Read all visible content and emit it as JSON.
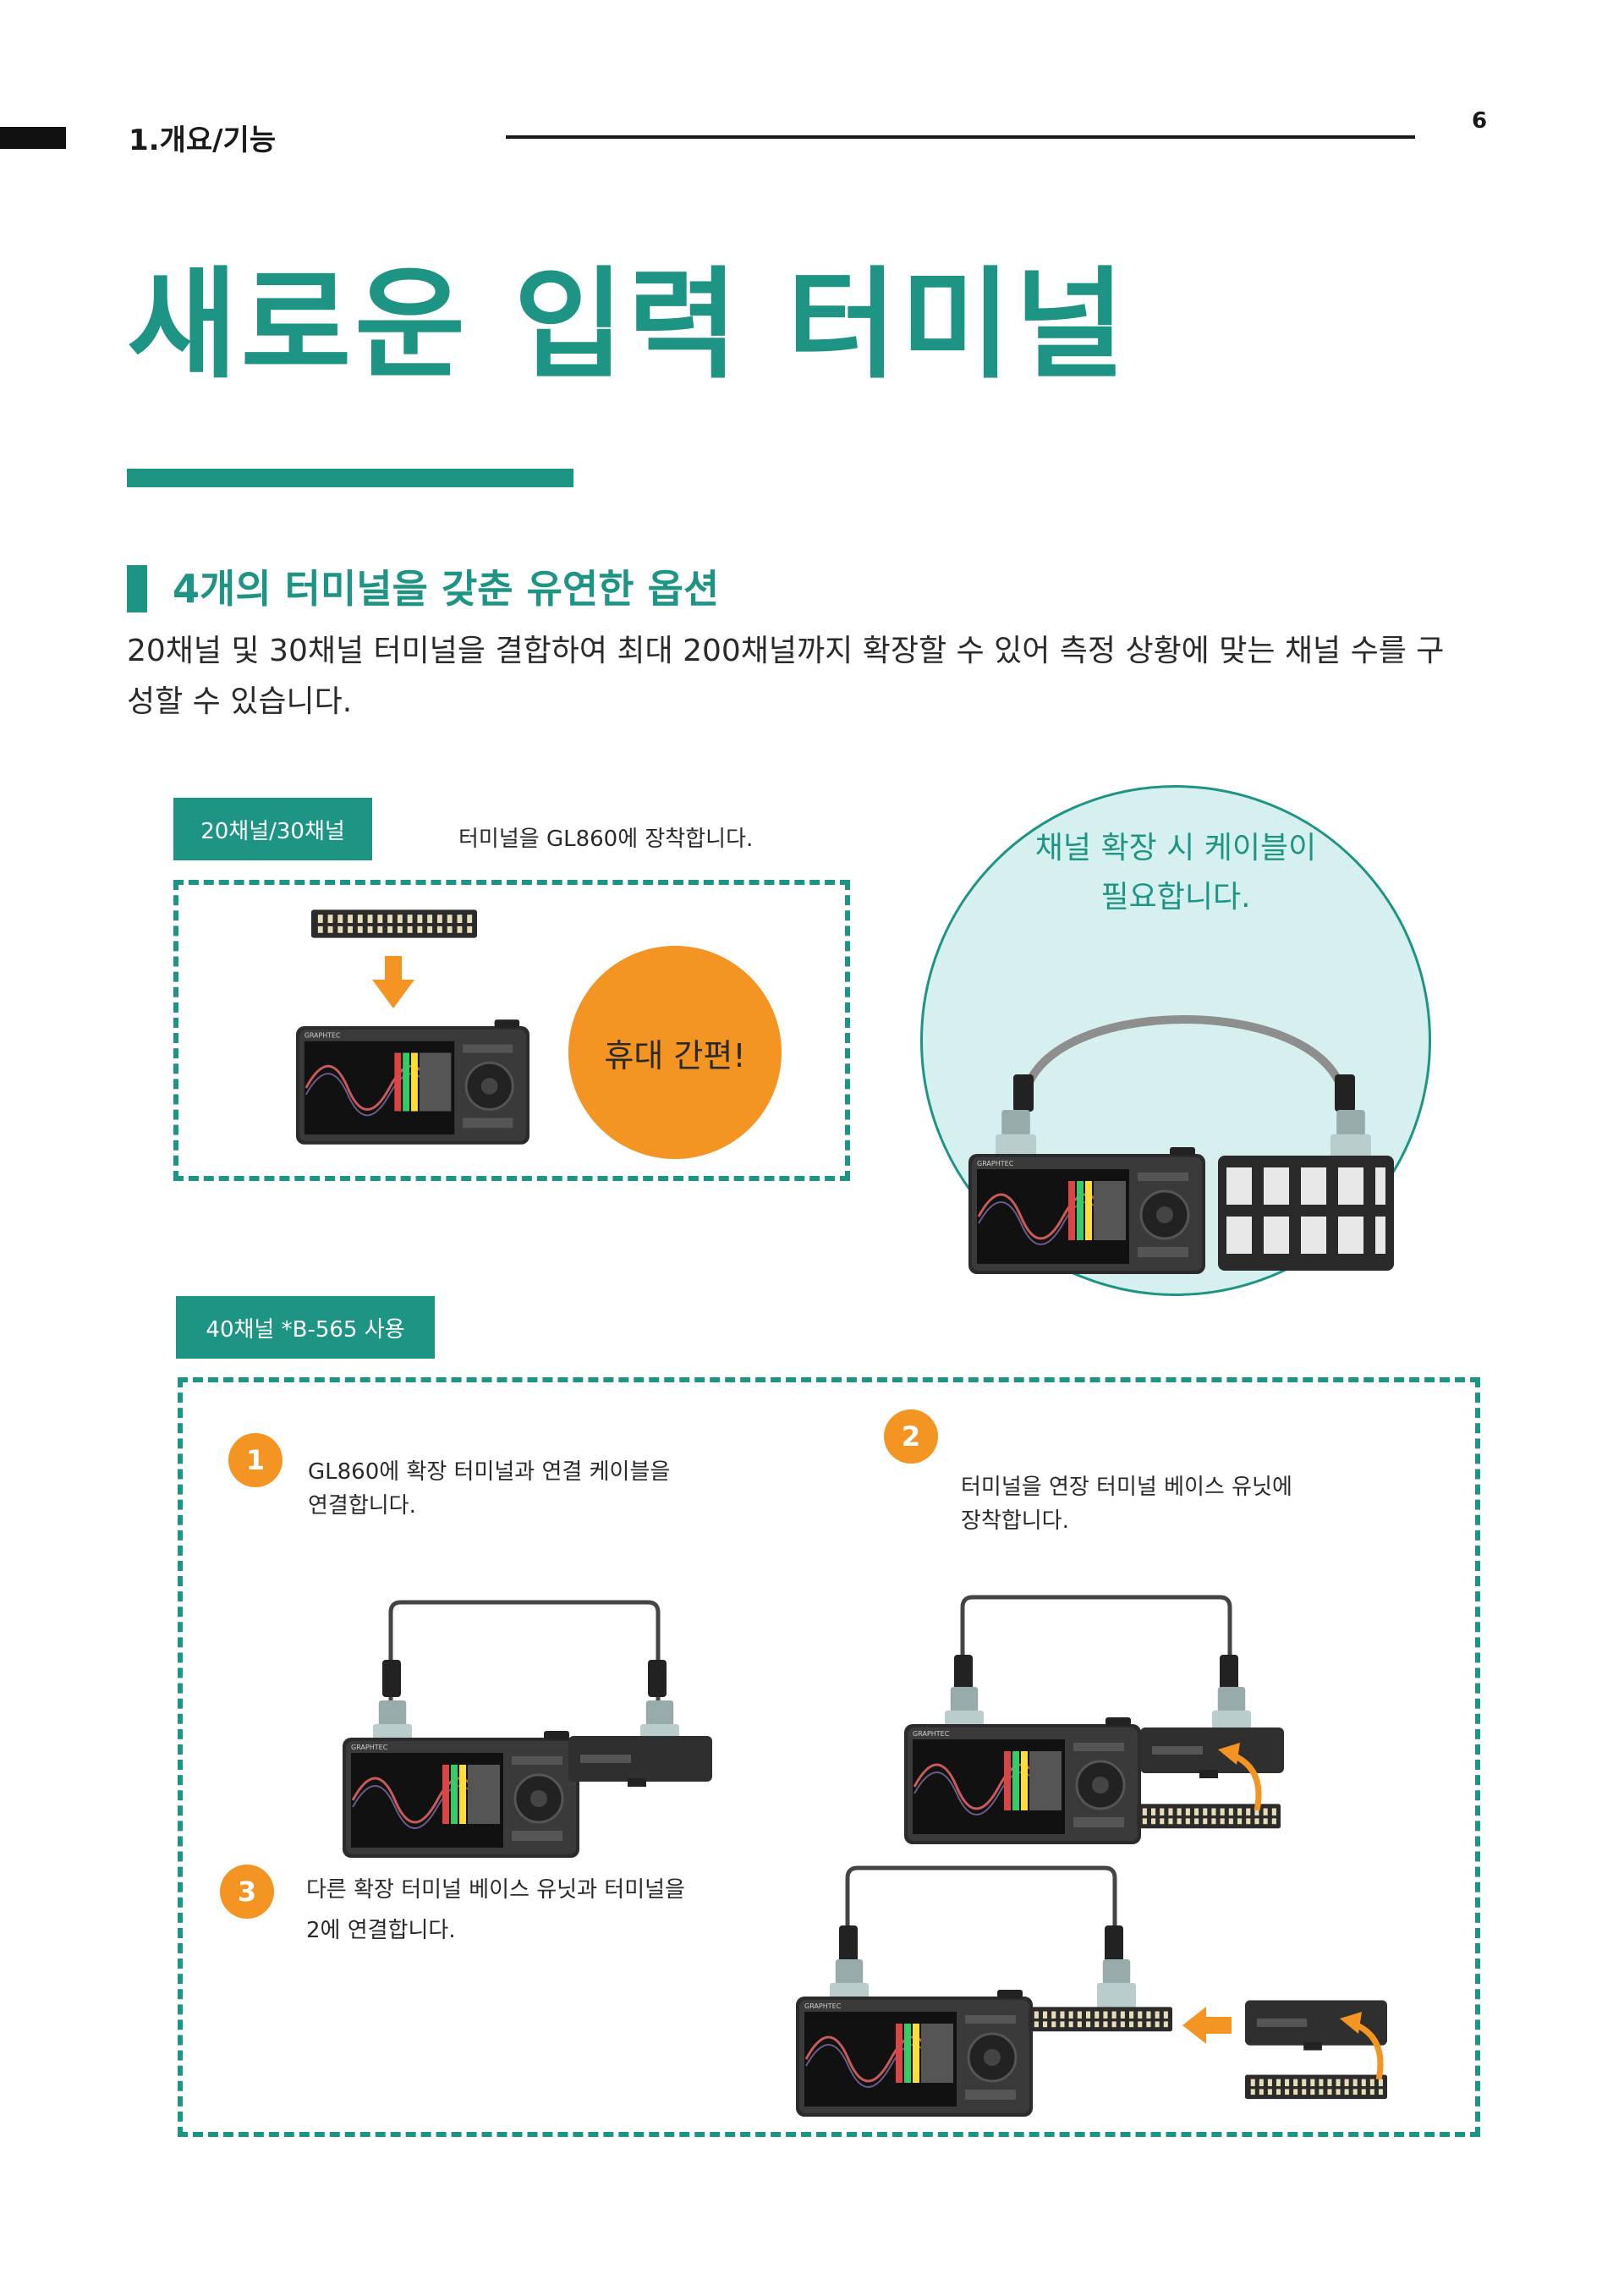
{
  "header": {
    "section": "1.개요/기능",
    "page_number": "6"
  },
  "title": "새로운 입력 터미널",
  "subsection": {
    "heading": "4개의 터미널을 갖춘 유연한 옵션",
    "description": "20채널 및 30채널 터미널을 결합하여 최대 200채널까지 확장할 수 있어 측정 상황에 맞는 채널 수를 구성할 수 있습니다."
  },
  "panel_a": {
    "tag": "20채널/30채널",
    "caption": "터미널을 GL860에 장착합니다.",
    "badge": "휴대 간편!"
  },
  "bubble": {
    "line1": "채널 확장 시 케이블이",
    "line2": "필요합니다."
  },
  "panel_b": {
    "tag": "40채널 *B-565 사용",
    "steps": [
      {
        "num": "1",
        "line1": "GL860에 확장 터미널과 연결 케이블을",
        "line2": "연결합니다."
      },
      {
        "num": "2",
        "line1": "터미널을 연장 터미널 베이스 유닛에",
        "line2": "장착합니다."
      },
      {
        "num": "3",
        "line1": "다른 확장 터미널 베이스 유닛과 터미널을",
        "line2": "2에 연결합니다."
      }
    ]
  },
  "device": {
    "brand": "GRAPHTEC"
  },
  "colors": {
    "accent": "#1e9485",
    "orange": "#f39423",
    "bubble_bg": "#d6f0ef"
  }
}
